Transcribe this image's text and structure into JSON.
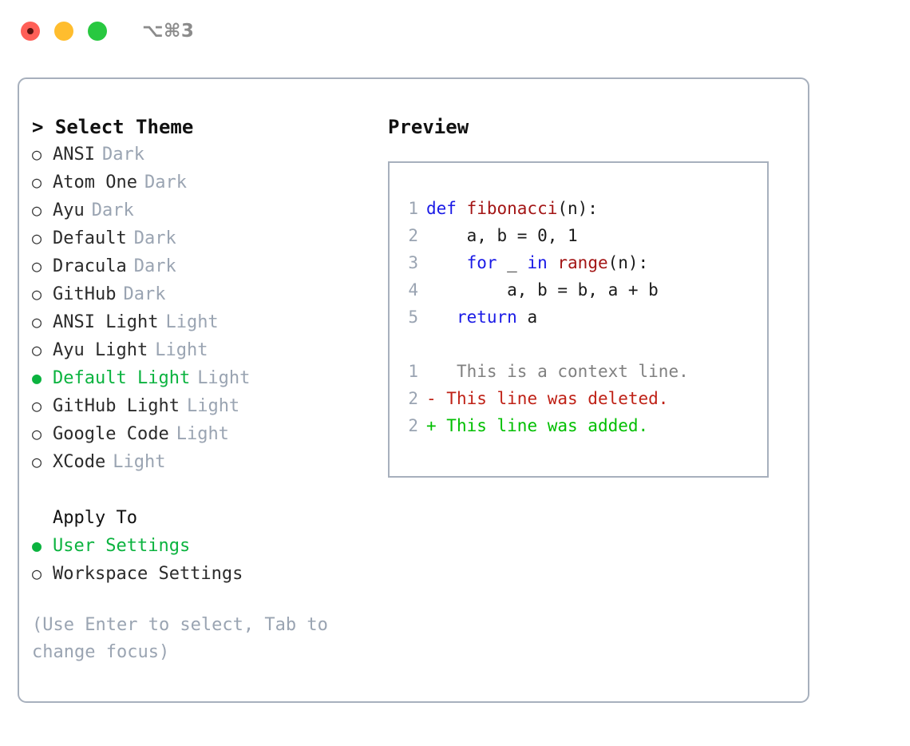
{
  "titlebar": {
    "shortcut": "⌥⌘3",
    "buttons": [
      {
        "name": "close",
        "color": "#ff5f57"
      },
      {
        "name": "minimize",
        "color": "#ffbd2e"
      },
      {
        "name": "maximize",
        "color": "#28c840"
      }
    ]
  },
  "colors": {
    "selected_green": "#0bb33f",
    "muted_gray": "#9aa4b2",
    "border": "#a7b0bd",
    "keyword_blue": "#1a1ae6",
    "function_red": "#a31515",
    "diff_deleted": "#bf2116",
    "diff_added": "#00bf00",
    "diff_context": "#808080"
  },
  "theme_picker": {
    "header": "> Select Theme",
    "marker_selected": "●",
    "marker_unselected": "○",
    "items": [
      {
        "label": "ANSI",
        "tag": "Dark",
        "selected": false
      },
      {
        "label": "Atom One",
        "tag": "Dark",
        "selected": false
      },
      {
        "label": "Ayu",
        "tag": "Dark",
        "selected": false
      },
      {
        "label": "Default",
        "tag": "Dark",
        "selected": false
      },
      {
        "label": "Dracula",
        "tag": "Dark",
        "selected": false
      },
      {
        "label": "GitHub",
        "tag": "Dark",
        "selected": false
      },
      {
        "label": "ANSI Light",
        "tag": "Light",
        "selected": false
      },
      {
        "label": "Ayu Light",
        "tag": "Light",
        "selected": false
      },
      {
        "label": "Default Light",
        "tag": "Light",
        "selected": true
      },
      {
        "label": "GitHub Light",
        "tag": "Light",
        "selected": false
      },
      {
        "label": "Google Code",
        "tag": "Light",
        "selected": false
      },
      {
        "label": "XCode",
        "tag": "Light",
        "selected": false
      }
    ]
  },
  "apply_to": {
    "header": "Apply To",
    "items": [
      {
        "label": "User Settings",
        "selected": true
      },
      {
        "label": "Workspace Settings",
        "selected": false
      }
    ]
  },
  "hint": "(Use Enter to select, Tab to change focus)",
  "preview": {
    "title": "Preview",
    "code_lines": [
      {
        "number": "1",
        "tokens": [
          {
            "text": "def ",
            "kind": "kw"
          },
          {
            "text": "fibonacci",
            "kind": "fn"
          },
          {
            "text": "(n):",
            "kind": "plain"
          }
        ]
      },
      {
        "number": "2",
        "tokens": [
          {
            "text": "    a, b = 0, 1",
            "kind": "plain"
          }
        ]
      },
      {
        "number": "3",
        "tokens": [
          {
            "text": "    ",
            "kind": "plain"
          },
          {
            "text": "for",
            "kind": "kw"
          },
          {
            "text": " _ ",
            "kind": "plain"
          },
          {
            "text": "in ",
            "kind": "kw"
          },
          {
            "text": "range",
            "kind": "fn"
          },
          {
            "text": "(n):",
            "kind": "plain"
          }
        ]
      },
      {
        "number": "4",
        "tokens": [
          {
            "text": "        a, b = b, a + b",
            "kind": "plain"
          }
        ]
      },
      {
        "number": "5",
        "tokens": [
          {
            "text": "   ",
            "kind": "plain"
          },
          {
            "text": "return",
            "kind": "kw"
          },
          {
            "text": " a",
            "kind": "plain"
          }
        ]
      }
    ],
    "diff_lines": [
      {
        "number": "1",
        "marker": " ",
        "text": "  This is a context line.",
        "kind": "ctx"
      },
      {
        "number": "2",
        "marker": "-",
        "text": " This line was deleted.",
        "kind": "del"
      },
      {
        "number": "2",
        "marker": "+",
        "text": " This line was added.",
        "kind": "add"
      }
    ]
  }
}
